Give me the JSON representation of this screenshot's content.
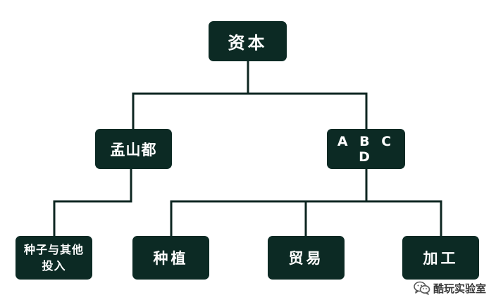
{
  "diagram": {
    "root": {
      "label": "资本"
    },
    "branches": [
      {
        "label": "孟山都",
        "children": [
          {
            "label": "种子与其他投入"
          }
        ]
      },
      {
        "label": "A B C D",
        "children": [
          {
            "label": "种植"
          },
          {
            "label": "贸易"
          },
          {
            "label": "加工"
          }
        ]
      }
    ]
  },
  "watermark": {
    "text": "酷玩实验室",
    "icon": "wechat-icon"
  },
  "colors": {
    "node_fill": "#0c2a24",
    "node_text": "#ffffff",
    "connector": "#0c2520",
    "background": "#ffffff"
  }
}
